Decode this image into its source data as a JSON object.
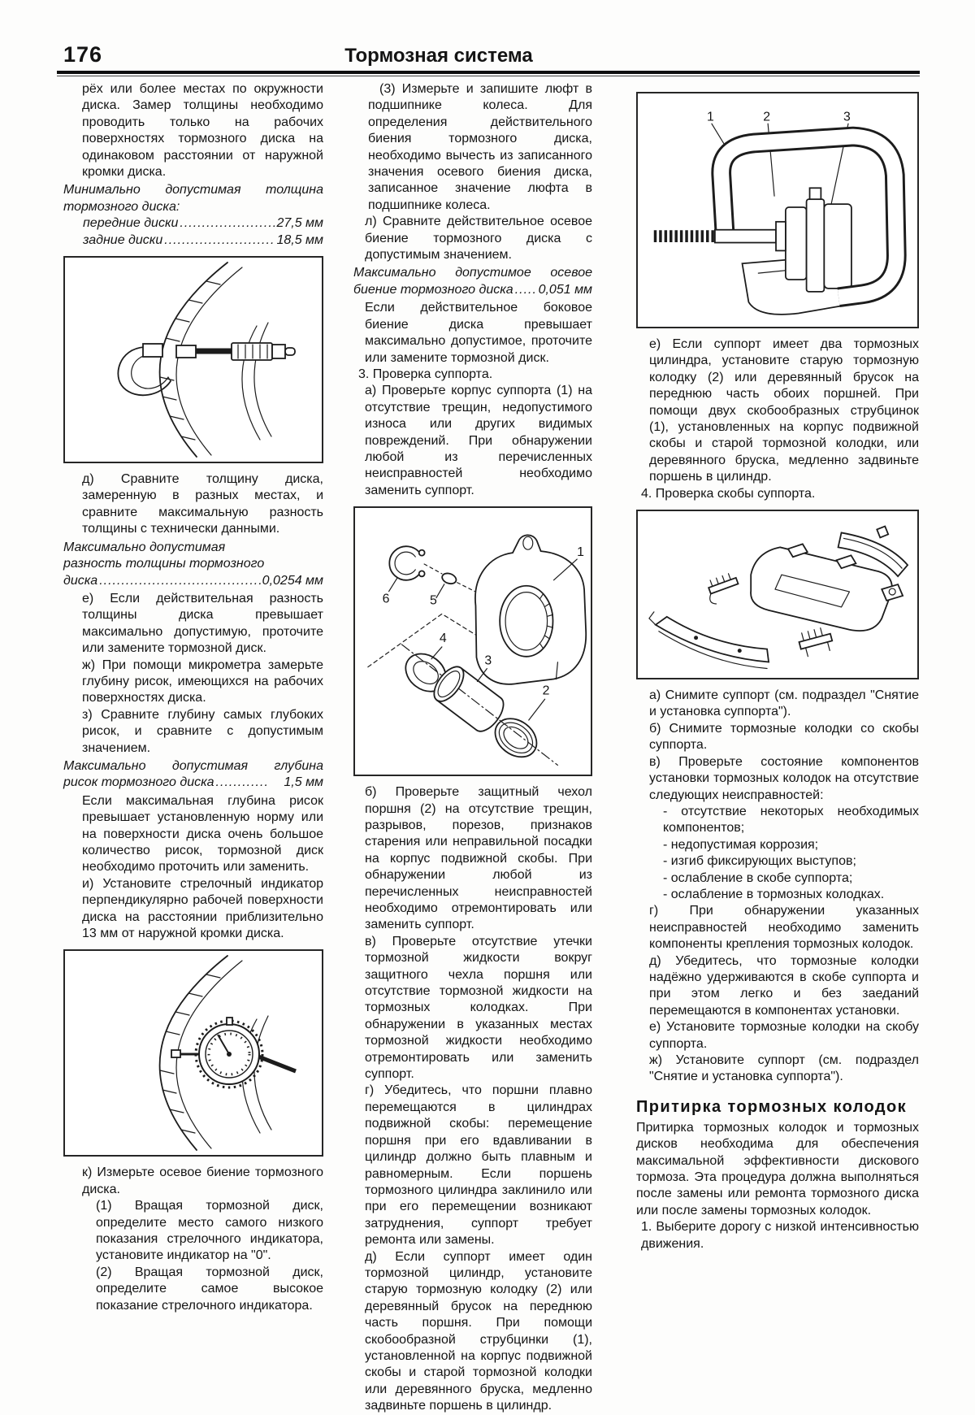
{
  "page": {
    "number": "176",
    "title": "Тормозная система"
  },
  "left": {
    "p_intro": "рёх или более местах по окружности диска. Замер толщины необходимо проводить только на рабочих поверхностях тормозного диска на одинаковом расстоянии от наружной кромки диска.",
    "spec_min": {
      "title": "Минимально допустимая толщина тормозного диска:",
      "rows": [
        {
          "label": "передние диски",
          "leader": "......................",
          "value": "27,5 мм"
        },
        {
          "label": "задние диски",
          "leader": "..........................",
          "value": "18,5 мм"
        }
      ]
    },
    "p_d": "д) Сравните толщину диска, замеренную в разных местах, и сравните максимальную разность толщины с технически данными.",
    "spec_diff": {
      "pre1": "Максимально допустимая",
      "pre2": "разность толщины тормозного",
      "label": "диска",
      "leader": ".......................................",
      "value": "0,0254 мм"
    },
    "p_e": "е) Если действительная разность толщины диска превышает максимально допустимую, проточите или замените тормозной диск.",
    "p_zh": "ж) При помощи микрометра замерьте глубину рисок, имеющихся на рабочих поверхностях диска.",
    "p_z": "з) Сравните глубину самых глубоких рисок, и сравните с допустимым значением.",
    "spec_depth": {
      "pre1": "Максимально допустимая глубина",
      "label": "рисок тормозного диска",
      "leader": "............",
      "value": "1,5 мм"
    },
    "p_if": "Если максимальная глубина рисок превышает установленную норму или на поверхности диска очень большое количество рисок, тормозной диск необходимо проточить или заменить.",
    "p_i": "и) Установите стрелочный индикатор перпендикулярно рабочей поверхности диска на расстоянии приблизительно 13 мм от наружной кромки диска.",
    "p_k": "к) Измерьте осевое биение тормозного диска.",
    "p_k1": "(1) Вращая тормозной диск, определите место самого низкого показания стрелочного индикатора, установите индикатор на \"0\".",
    "p_k2": "(2) Вращая тормозной диск, определите самое высокое показание стрелочного индикатора."
  },
  "middle": {
    "p_3m": "(3) Измерьте и запишите люфт в подшипнике колеса. Для определения действительного биения тормозного диска, необходимо вычесть из записанного значения осевого биения диска, записанное значение люфта в подшипнике колеса.",
    "p_l": "л) Сравните действительное осевое биение тормозного диска с допустимым значением.",
    "spec_runout": {
      "pre1": "Максимально допустимое осевое",
      "label": "биение тормозного диска",
      "leader": ".....",
      "value": "0,051 мм"
    },
    "p_if": "Если действительное боковое биение диска превышает максимально допустимое, проточите или замените тормозной диск.",
    "p_3": "3. Проверка суппорта.",
    "p_a": "а) Проверьте корпус суппорта (1) на отсутствие трещин, недопустимого износа или других видимых повреждений. При обнаружении любой из перечисленных неисправностей необходимо заменить суппорт.",
    "fig_labels": [
      "1",
      "2",
      "3",
      "4",
      "5",
      "6"
    ],
    "p_b": "б) Проверьте защитный чехол поршня (2) на отсутствие трещин, разрывов, порезов, признаков старения или неправильной посадки на корпус подвижной скобы. При обнаружении любой из перечисленных неисправностей необходимо отремонтировать или заменить суппорт.",
    "p_v": "в) Проверьте отсутствие утечки тормозной жидкости вокруг защитного чехла поршня или отсутствие тормозной жидкости на тормозных колодках. При обнаружении в указанных местах тормозной жидкости необходимо отремонтировать или заменить суппорт.",
    "p_g": "г) Убедитесь, что поршни плавно перемещаются в цилиндрах подвижной скобы: перемещение поршня при его вдавливании в цилиндр должно быть плавным и равномерным. Если поршень тормозного цилиндра заклинило или при его перемещении возникают затруднения, суппорт требует ремонта или замены.",
    "p_d": "д) Если суппорт имеет один тормозной цилиндр, установите старую тормозную колодку (2) или деревянный брусок на переднюю часть поршня. При помощи скобообразной струбцинки (1), установленной на корпус подвижной скобы и старой тормозной колодки или деревянного бруска, медленно задвиньте поршень в цилиндр."
  },
  "right": {
    "fig_labels": [
      "1",
      "2",
      "3"
    ],
    "p_e": "е) Если суппорт имеет два тормозных цилиндра, установите старую тормозную колодку (2) или деревянный брусок на переднюю часть обоих поршней. При помощи двух скобообразных струбцинок (1), установленных на корпус подвижной скобы и старой тормозной колодки, или деревянного бруска, медленно задвиньте поршень в цилиндр.",
    "p_4": "4. Проверка скобы суппорта.",
    "p_a": "а) Снимите суппорт (см. подраздел \"Снятие и установка суппорта\").",
    "p_b": "б) Снимите тормозные колодки со скобы суппорта.",
    "p_v": "в) Проверьте состояние компонентов установки тормозных колодок на отсутствие следующих неисправностей:",
    "dash_items": [
      "- отсутствие некоторых необходимых компонентов;",
      "- недопустимая коррозия;",
      "- изгиб фиксирующих выступов;",
      "- ослабление в скобе суппорта;",
      "- ослабление в тормозных колодках."
    ],
    "p_g": "г) При обнаружении указанных неисправностей необходимо заменить компоненты крепления тормозных колодок.",
    "p_d": "д) Убедитесь, что тормозные колодки надёжно удерживаются в скобе суппорта и при этом легко и без заеданий перемещаются в компонентах установки.",
    "p_e2": "е) Установите тормозные колодки на скобу суппорта.",
    "p_zh": "ж) Установите суппорт (см. подраздел \"Снятие и установка суппорта\").",
    "heading": "Притирка тормозных колодок",
    "p_lap": "Притирка тормозных колодок и тормозных дисков необходима для обеспечения максимальной эффективности дискового тормоза. Эта процедура должна выполняться после замены или ремонта тормозного диска или после замены тормозных колодок.",
    "p_1": "1. Выберите дорогу с низкой интенсивностью движения."
  }
}
